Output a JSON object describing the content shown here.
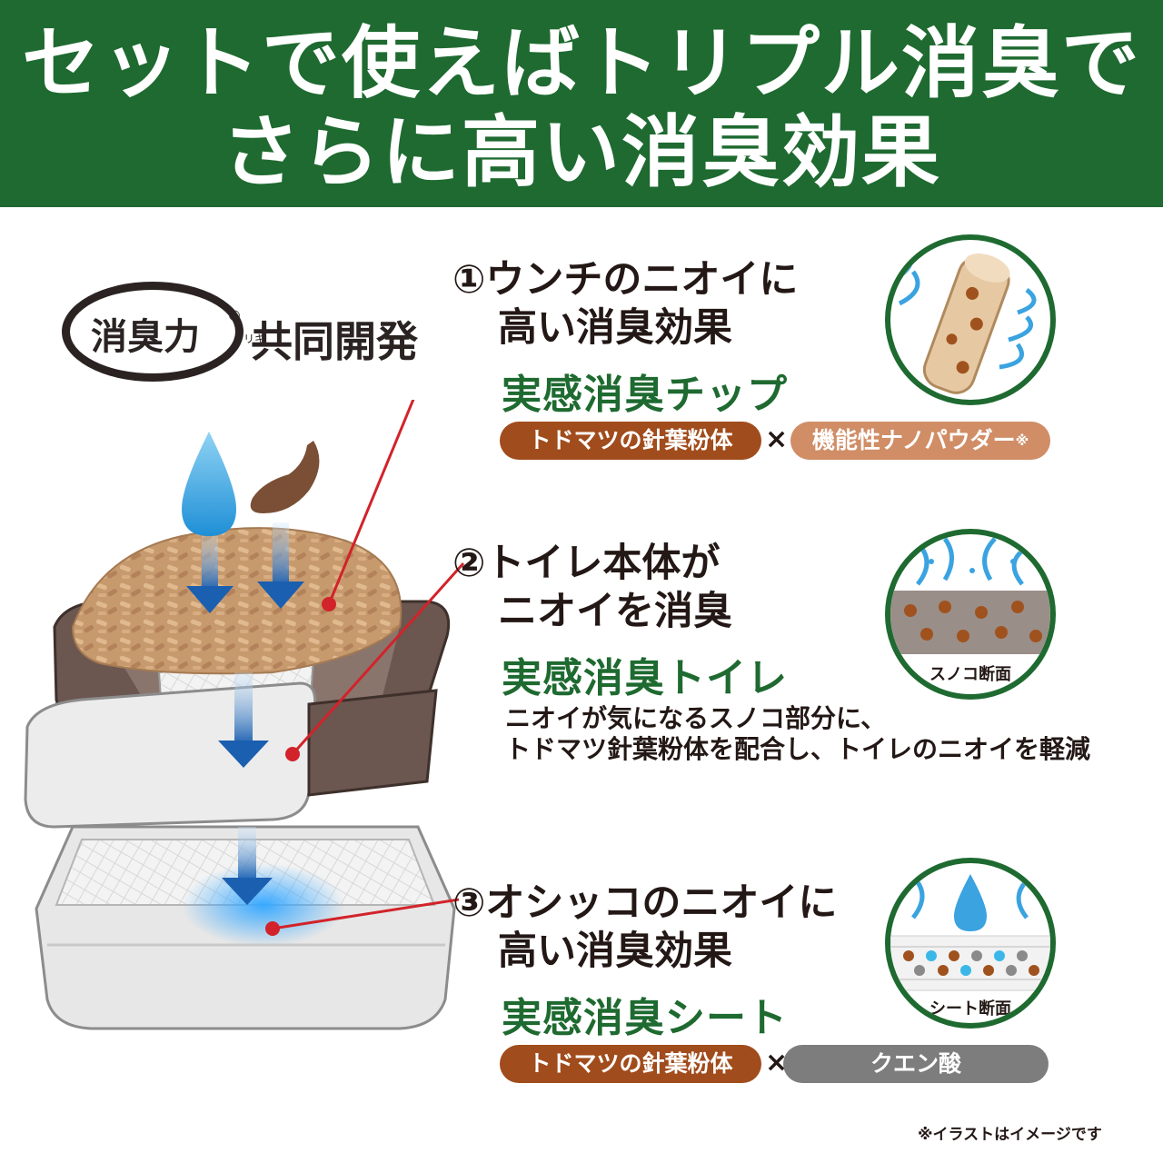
{
  "banner": {
    "line1": "セットで使えばトリプル消臭で",
    "line2": "さらに高い消臭効果",
    "color": "#1e6a30"
  },
  "collab": {
    "brand": "消臭力",
    "registered": "®",
    "ruby": "リキ",
    "label": "共同開発"
  },
  "sections": [
    {
      "num": "①",
      "heading_line1": "ウンチのニオイに",
      "heading_line2": "高い消臭効果",
      "product": "実感消臭チップ",
      "pill1": "トドマツの針葉粉体",
      "times": "×",
      "pill2": "機能性ナノパウダー",
      "pill2_mark": "※",
      "icon": "pellet-icon"
    },
    {
      "num": "②",
      "heading_line1": "トイレ本体が",
      "heading_line2": "ニオイを消臭",
      "product": "実感消臭トイレ",
      "desc_line1": "ニオイが気になるスノコ部分に、",
      "desc_line2": "トドマツ針葉粉体を配合し、トイレのニオイを軽減",
      "badge_label": "スノコ断面",
      "icon": "grate-section-icon"
    },
    {
      "num": "③",
      "heading_line1": "オシッコのニオイに",
      "heading_line2": "高い消臭効果",
      "product": "実感消臭シート",
      "pill1": "トドマツの針葉粉体",
      "times": "×",
      "pill2": "クエン酸",
      "badge_label": "シート断面",
      "icon": "sheet-section-icon"
    }
  ],
  "footnote": "※イラストはイメージです",
  "colors": {
    "green": "#1e6a30",
    "brown": "#a14c1c",
    "tan": "#d08d66",
    "gray": "#7d7d7d",
    "leader": "#d2232a"
  }
}
